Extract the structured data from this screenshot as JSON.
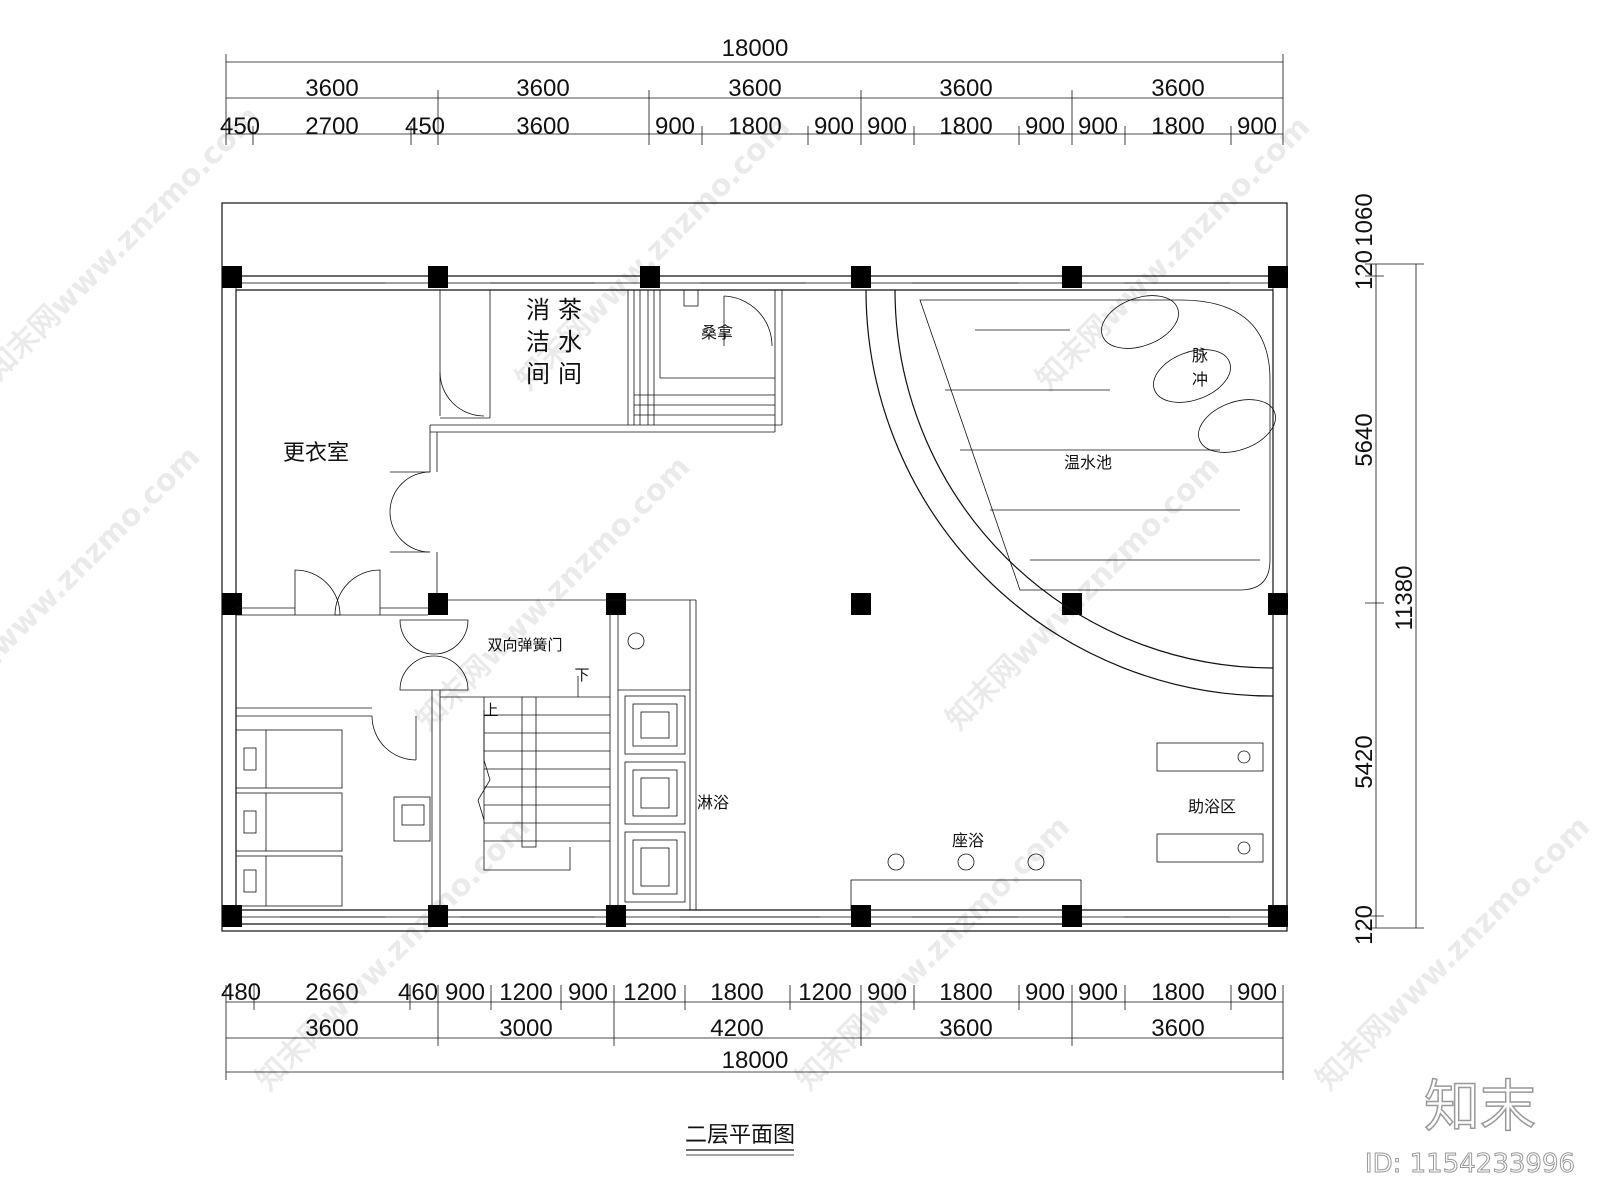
{
  "drawing": {
    "title": "二层平面图",
    "rooms": {
      "cleaning": [
        "消",
        "洁",
        "间"
      ],
      "tea": [
        "茶",
        "水",
        "间"
      ],
      "sauna": "桑拿",
      "changing": "更衣室",
      "swing_door": "双向弹簧门",
      "stair_down": "下",
      "stair_up": "上",
      "shower": "淋浴",
      "pulse": [
        "脉",
        "冲"
      ],
      "warm_pool": "温水池",
      "sitting_bath": "座浴",
      "bath_assist": "助浴区"
    },
    "dims_top": {
      "total": "18000",
      "row1": [
        "3600",
        "3600",
        "3600",
        "3600",
        "3600"
      ],
      "row2": [
        "450",
        "2700",
        "450",
        "3600",
        "900",
        "1800",
        "900",
        "900",
        "1800",
        "900",
        "900",
        "1800",
        "900"
      ]
    },
    "dims_bottom": {
      "row1": [
        "480",
        "2660",
        "460",
        "900",
        "1200",
        "900",
        "1200",
        "1800",
        "1200",
        "900",
        "1800",
        "900",
        "900",
        "1800",
        "900"
      ],
      "row2": [
        "3600",
        "3000",
        "4200",
        "3600",
        "3600"
      ],
      "total": "18000"
    },
    "dims_right": [
      "1060",
      "120",
      "5640",
      "11380",
      "5420",
      "120"
    ]
  },
  "watermark": {
    "text": "知末网www.znzmo.com",
    "logo": "知末",
    "id": "ID: 1154233996"
  }
}
